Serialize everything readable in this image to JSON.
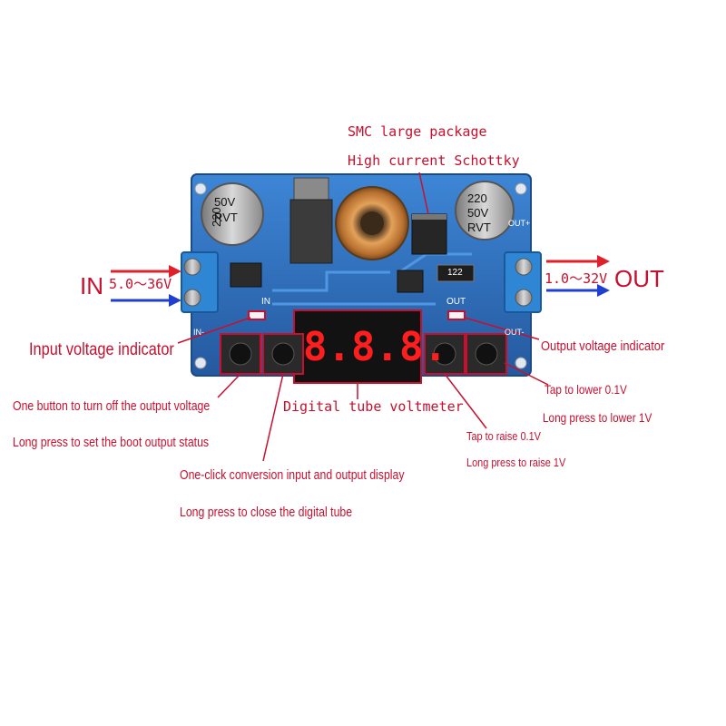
{
  "colors": {
    "label": "#c8102e",
    "arrow_red": "#e0202a",
    "arrow_blue": "#1f3fcf",
    "pcb": "#2f6fc4",
    "display": "#ff1e1e"
  },
  "annotations": {
    "smc_package": "SMC large package",
    "schottky": "High current Schottky",
    "input_indicator": "Input voltage indicator",
    "output_indicator": "Output voltage indicator",
    "btn_off_1": "One button to turn off the output voltage",
    "btn_off_2": "Long press to set the boot output status",
    "btn_conv_1": "One-click conversion input and output display",
    "btn_conv_2": "Long press to close the digital tube",
    "voltmeter": "Digital tube voltmeter",
    "raise_1": "Tap to raise 0.1V",
    "raise_2": "Long press to raise 1V",
    "lower_1": "Tap to lower 0.1V",
    "lower_2": "Long press to lower 1V"
  },
  "terminals": {
    "in_label": "IN",
    "in_range": "5.0～36V",
    "out_label": "OUT",
    "out_range": "1.0～32V"
  },
  "board": {
    "cap_left": [
      "220",
      "50V",
      "RVT"
    ],
    "cap_right": [
      "220",
      "50V",
      "RVT"
    ],
    "silk_in": "IN",
    "silk_out": "OUT",
    "silk_in_minus": "IN-",
    "silk_out_minus": "OUT-",
    "silk_out_plus": "OUT+",
    "resistor_code": "122",
    "display_digits": [
      "8.",
      "8.",
      "8."
    ]
  }
}
